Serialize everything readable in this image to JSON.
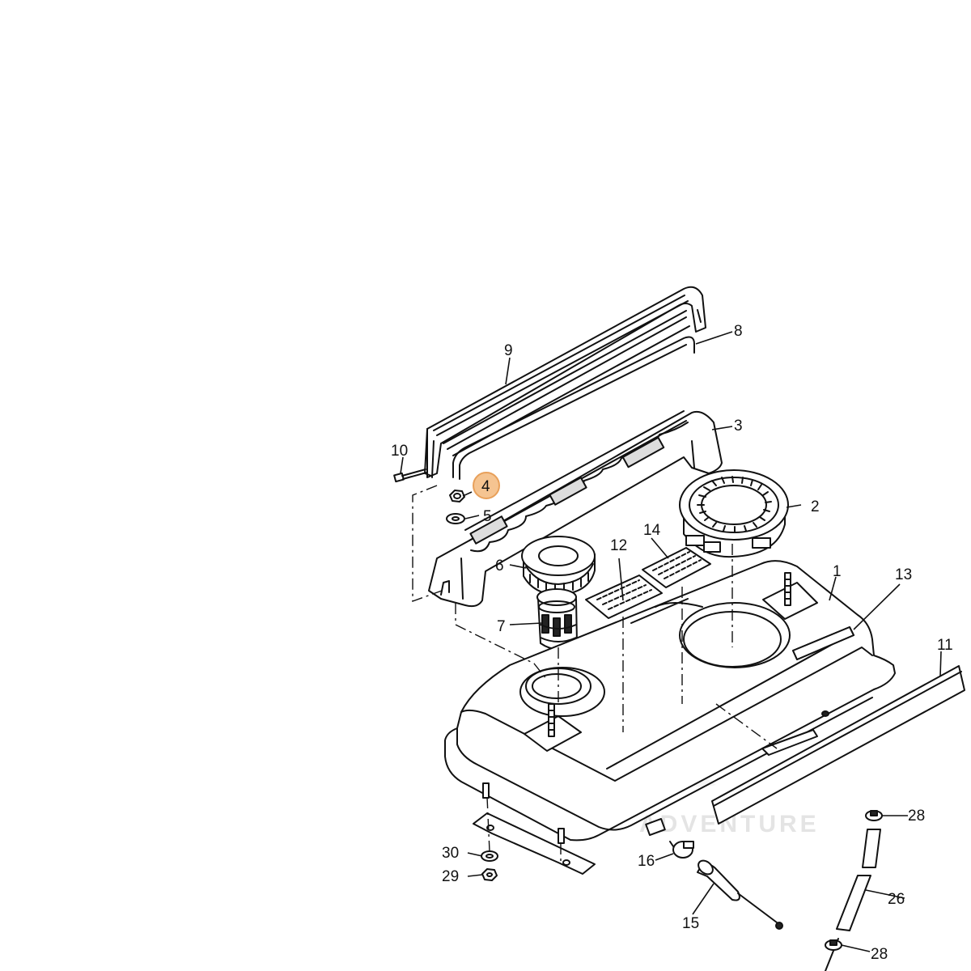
{
  "diagram": {
    "callouts": {
      "p1": "1",
      "p2": "2",
      "p3": "3",
      "p4": "4",
      "p5": "5",
      "p6": "6",
      "p7": "7",
      "p8": "8",
      "p9": "9",
      "p10": "10",
      "p11": "11",
      "p12": "12",
      "p13": "13",
      "p14": "14",
      "p15": "15",
      "p16": "16",
      "p26": "26",
      "p28a": "28",
      "p28b": "28",
      "p29": "29",
      "p30": "30"
    },
    "highlight": {
      "part": "4",
      "color": "#f5c491",
      "border": "#e8a05a"
    },
    "watermark": "ADVENTURE"
  }
}
